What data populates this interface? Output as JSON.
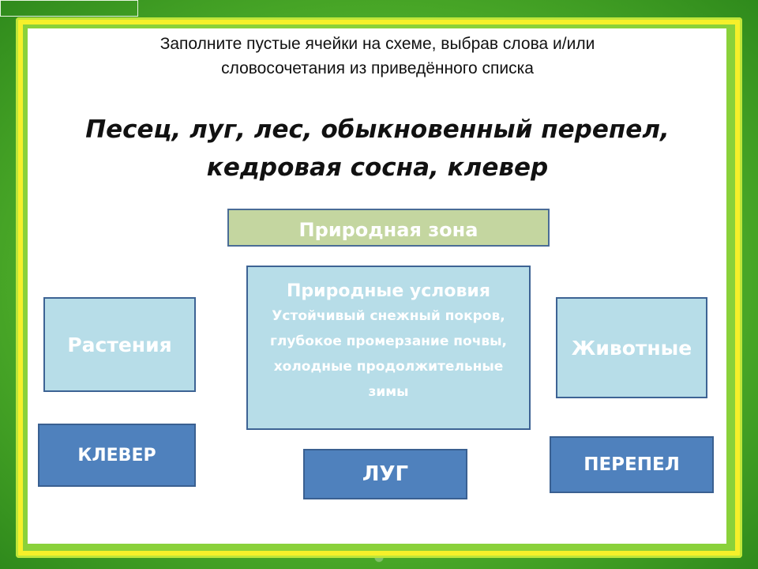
{
  "instruction": {
    "line1": "Заполните пустые ячейки на схеме, выбрав слова и/или",
    "line2": "словосочетания из приведённого списка"
  },
  "word_list": {
    "line1": "Песец, луг, лес, обыкновенный перепел,",
    "line2": "кедровая сосна, клевер"
  },
  "diagram": {
    "zone_label": "Природная зона",
    "plants_label": "Растения",
    "animals_label": "Животные",
    "conditions_title": "Природные условия",
    "conditions_desc": "Устойчивый снежный покров,  глубокое промерзание почвы, холодные продолжительные зимы",
    "answer_plants": "КЛЕВЕР",
    "answer_zone": "ЛУГ",
    "answer_animals": "ПЕРЕПЕЛ"
  },
  "colors": {
    "zone_fill": "#c4d6a0",
    "category_fill": "#b7dde8",
    "answer_fill": "#4f81bd",
    "box_border": "#3d6394",
    "frame_yellow": "#f6f02a",
    "frame_green": "#8ad13a"
  }
}
